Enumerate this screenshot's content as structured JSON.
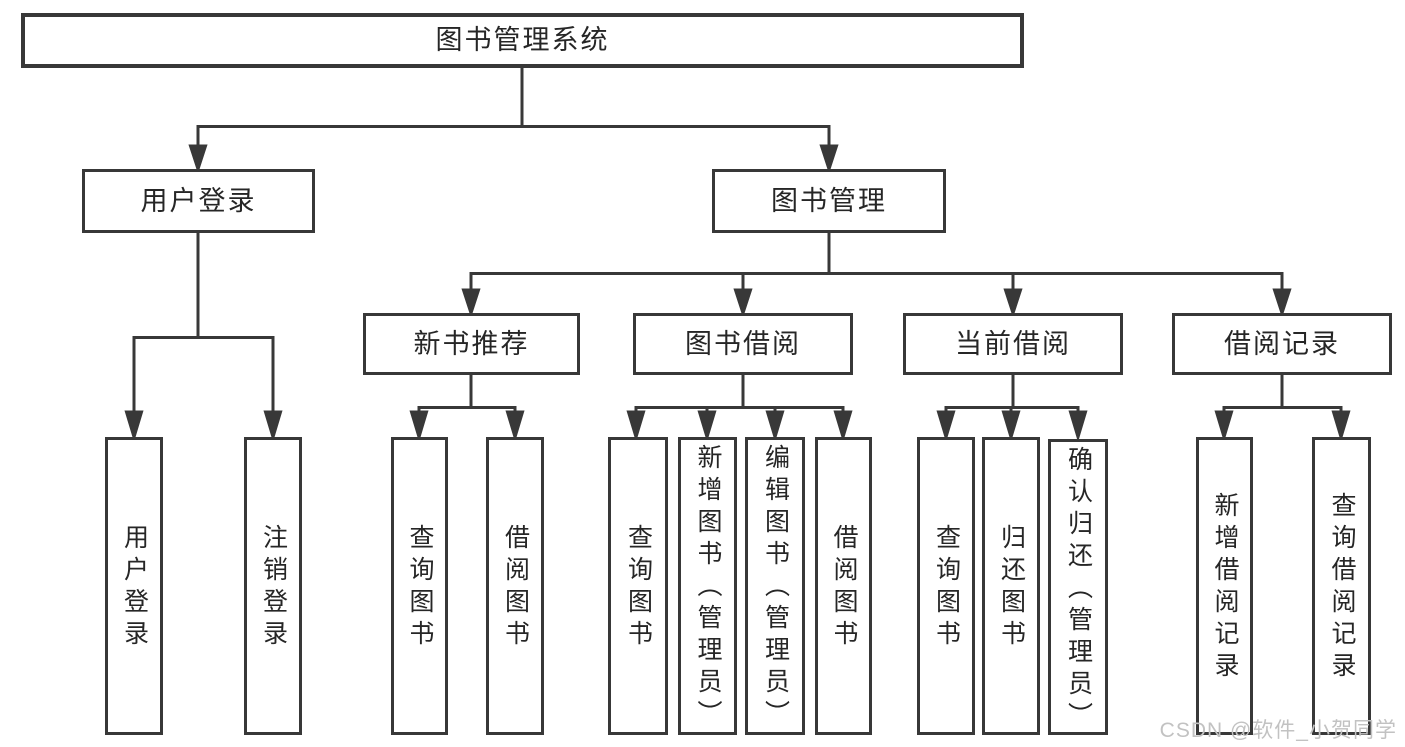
{
  "diagram_type": "hierarchy-tree",
  "colors": {
    "line": "#383838",
    "box_border": "#383838",
    "box_fill": "#ffffff",
    "text": "#262626",
    "watermark_text": "#c2c2c2",
    "background": "#ffffff"
  },
  "tree": {
    "label": "图书管理系统",
    "children": [
      {
        "label": "用户登录",
        "children": [
          {
            "label": "用户登录"
          },
          {
            "label": "注销登录"
          }
        ]
      },
      {
        "label": "图书管理",
        "children": [
          {
            "label": "新书推荐",
            "children": [
              {
                "label": "查询图书"
              },
              {
                "label": "借阅图书"
              }
            ]
          },
          {
            "label": "图书借阅",
            "children": [
              {
                "label": "查询图书"
              },
              {
                "label": "新增图书（管理员）"
              },
              {
                "label": "编辑图书（管理员）"
              },
              {
                "label": "借阅图书"
              }
            ]
          },
          {
            "label": "当前借阅",
            "children": [
              {
                "label": "查询图书"
              },
              {
                "label": "归还图书"
              },
              {
                "label": "确认归还（管理员）"
              }
            ]
          },
          {
            "label": "借阅记录",
            "children": [
              {
                "label": "新增借阅记录"
              },
              {
                "label": "查询借阅记录"
              }
            ]
          }
        ]
      }
    ]
  },
  "watermark": "CSDN @软件_小贺同学"
}
